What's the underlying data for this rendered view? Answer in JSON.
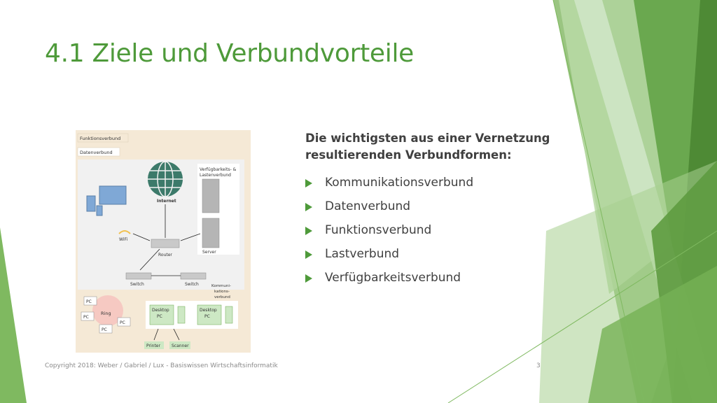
{
  "slide": {
    "title": "4.1 Ziele und Verbundvorteile",
    "intro": "Die wichtigsten aus einer Vernetzung resultierenden Verbundformen:",
    "bullets": [
      "Kommunikationsverbund",
      "Datenverbund",
      "Funktionsverbund",
      "Lastverbund",
      "Verfügbarkeitsverbund"
    ],
    "footer": "Copyright 2018: Weber / Gabriel / Lux - Basiswissen Wirtschaftsinformatik",
    "page_number": "3"
  },
  "diagram": {
    "legend_functions": "Funktionsverbund",
    "legend_data": "Datenverbund",
    "internet": "Internet",
    "availability": "Verfügbarkeits- &",
    "availability2": "Lastenverbund",
    "wifi": "WiFi",
    "router": "Router",
    "server": "Server",
    "switch1": "Switch",
    "switch2": "Switch",
    "comm1": "Kommuni-",
    "comm2": "kations-",
    "comm3": "verbund",
    "ring": "Ring",
    "pc": "PC",
    "desktop": "Desktop",
    "desktop_pc": "PC",
    "printer": "Printer",
    "scanner": "Scanner"
  },
  "colors": {
    "accent": "#4e9a3a",
    "figure_bg": "#f5e9d6",
    "panel_bg": "#f1f1f1",
    "ring_fill": "#f6c9c2",
    "device_green": "#cde8c4"
  }
}
